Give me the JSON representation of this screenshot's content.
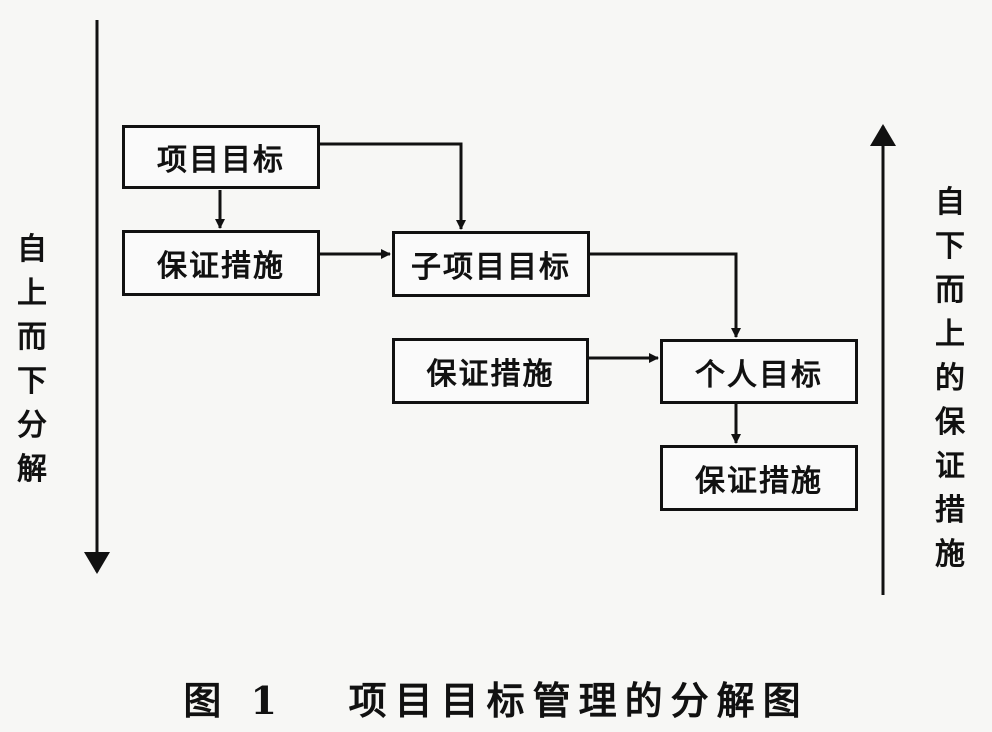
{
  "diagram": {
    "nodes": {
      "project_goal": "项目目标",
      "measures_1": "保证措施",
      "sub_project_goal": "子项目目标",
      "measures_2": "保证措施",
      "personal_goal": "个人目标",
      "measures_3": "保证措施"
    },
    "left_label": "自上而下分解",
    "right_label": "自下而上的保证措施",
    "caption": "图 1   项目目标管理的分解图"
  }
}
